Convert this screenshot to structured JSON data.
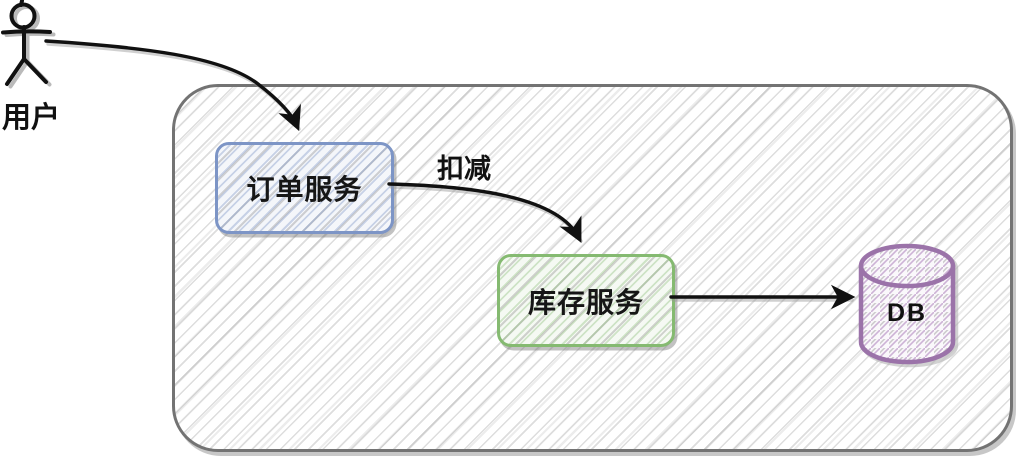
{
  "diagram": {
    "actor": {
      "label": "用户"
    },
    "nodes": {
      "order": {
        "label": "订单服务",
        "border_color": "#7d95c6"
      },
      "inventory": {
        "label": "库存服务",
        "border_color": "#85ba71"
      },
      "db": {
        "label": "DB",
        "border_color": "#9b73a9"
      }
    },
    "edges": {
      "user_to_order": {
        "from": "用户",
        "to": "订单服务",
        "label": ""
      },
      "order_to_inventory": {
        "from": "订单服务",
        "to": "库存服务",
        "label": "扣减"
      },
      "inventory_to_db": {
        "from": "库存服务",
        "to": "DB",
        "label": ""
      }
    },
    "colors": {
      "boundary_border": "#737373",
      "hatch_line": "#9a9a9a",
      "arrow": "#111111",
      "text": "#161616",
      "background": "#ffffff"
    }
  }
}
